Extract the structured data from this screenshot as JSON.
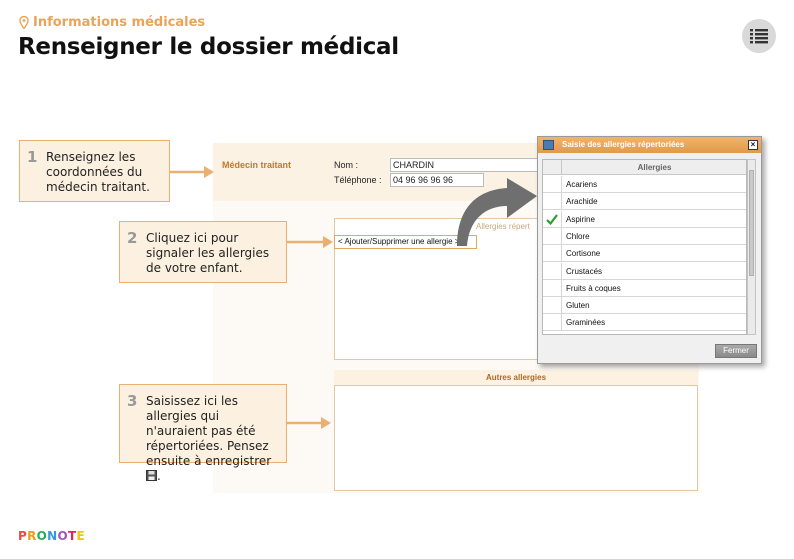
{
  "header": {
    "section": "Informations médicales",
    "title": "Renseigner le dossier médical",
    "menu_icon": "list-icon"
  },
  "form": {
    "medecin_label": "Médecin traitant",
    "nom_label": "Nom :",
    "nom_value": "CHARDIN",
    "tel_label": "Téléphone :",
    "tel_value": "04 96 96 96 96",
    "allergies_title": "Allergies répert",
    "add_link": "< Ajouter/Supprimer une allergie >",
    "autres_title": "Autres allergies"
  },
  "callouts": [
    {
      "num": "1",
      "text": "Renseignez les coordonnées du médecin traitant."
    },
    {
      "num": "2",
      "text": "Cliquez ici pour signaler les allergies de votre enfant."
    },
    {
      "num": "3",
      "text": "Saisissez ici les allergies qui n'auraient pas été répertoriées. Pensez ensuite à enregistrer"
    }
  ],
  "dialog": {
    "title": "Saisie des allergies répertoriées",
    "close": "×",
    "column_header": "Allergies",
    "items": [
      {
        "label": "Acariens",
        "checked": false
      },
      {
        "label": "Arachide",
        "checked": false
      },
      {
        "label": "Aspirine",
        "checked": true
      },
      {
        "label": "Chlore",
        "checked": false
      },
      {
        "label": "Cortisone",
        "checked": false
      },
      {
        "label": "Crustacés",
        "checked": false
      },
      {
        "label": "Fruits à coques",
        "checked": false
      },
      {
        "label": "Gluten",
        "checked": false
      },
      {
        "label": "Graminées",
        "checked": false
      }
    ],
    "button": "Fermer"
  },
  "logo": "PRONOTE",
  "colors": {
    "accent": "#e9a45a",
    "callout_bg": "#fcf1e1",
    "callout_border": "#e9b072",
    "check": "#2e9c2e"
  }
}
